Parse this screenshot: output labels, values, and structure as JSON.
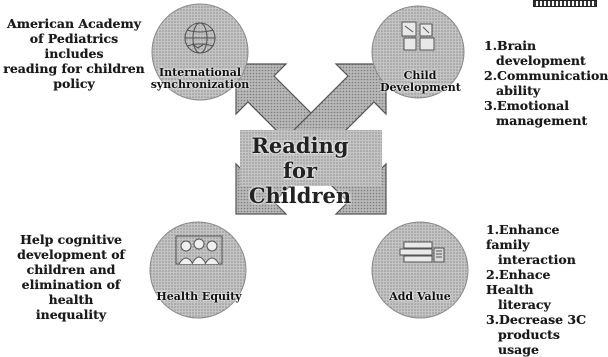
{
  "center": {
    "title_line1": "Reading for",
    "title_line2": "Children"
  },
  "nodes": {
    "international": {
      "circle_line1": "International",
      "circle_line2": "synchronization",
      "description_lines": [
        "American Academy",
        "of Pediatrics includes",
        "reading for children",
        "policy"
      ],
      "icon": "globe-handshake-icon"
    },
    "child_development": {
      "circle_line1": "Child",
      "circle_line2": "Development",
      "items": [
        {
          "line1": "1.Brain",
          "line2": "development"
        },
        {
          "line1": "2.Communication",
          "line2": "ability"
        },
        {
          "line1": "3.Emotional",
          "line2": "management"
        }
      ],
      "icon": "blocks-icon"
    },
    "health_equity": {
      "circle_line1": "Health Equity",
      "description_lines": [
        "Help cognitive",
        "development of",
        "children and",
        "elimination of health",
        "inequality"
      ],
      "icon": "people-icon"
    },
    "add_value": {
      "circle_line1": "Add Value",
      "items": [
        {
          "line1": "1.Enhance family",
          "line2": "interaction"
        },
        {
          "line1": "2.Enhace Health",
          "line2": "literacy"
        },
        {
          "line1": "3.Decrease 3C",
          "line2": "products usage"
        }
      ],
      "icon": "books-icon"
    }
  },
  "colors": {
    "arrow_fill": "#b4b4b4",
    "arrow_stroke": "#555555",
    "circle_fill": "#c8c8c8",
    "circle_stroke": "#8a8a8a"
  }
}
